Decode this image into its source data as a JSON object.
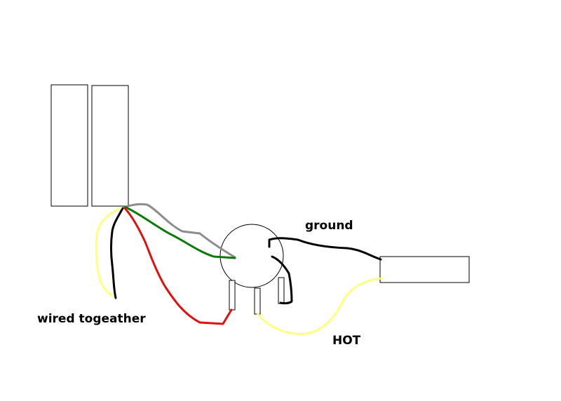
{
  "labels": {
    "ground": "ground",
    "hot": "HOT",
    "wired_together": "wired togeather"
  },
  "colors": {
    "background": "#ffffff",
    "outline": "#000000",
    "wire_black": "#000000",
    "wire_gray": "#8c8c8c",
    "wire_green": "#0a7a0a",
    "wire_red": "#e01010",
    "wire_yellow": "#ffff80"
  }
}
